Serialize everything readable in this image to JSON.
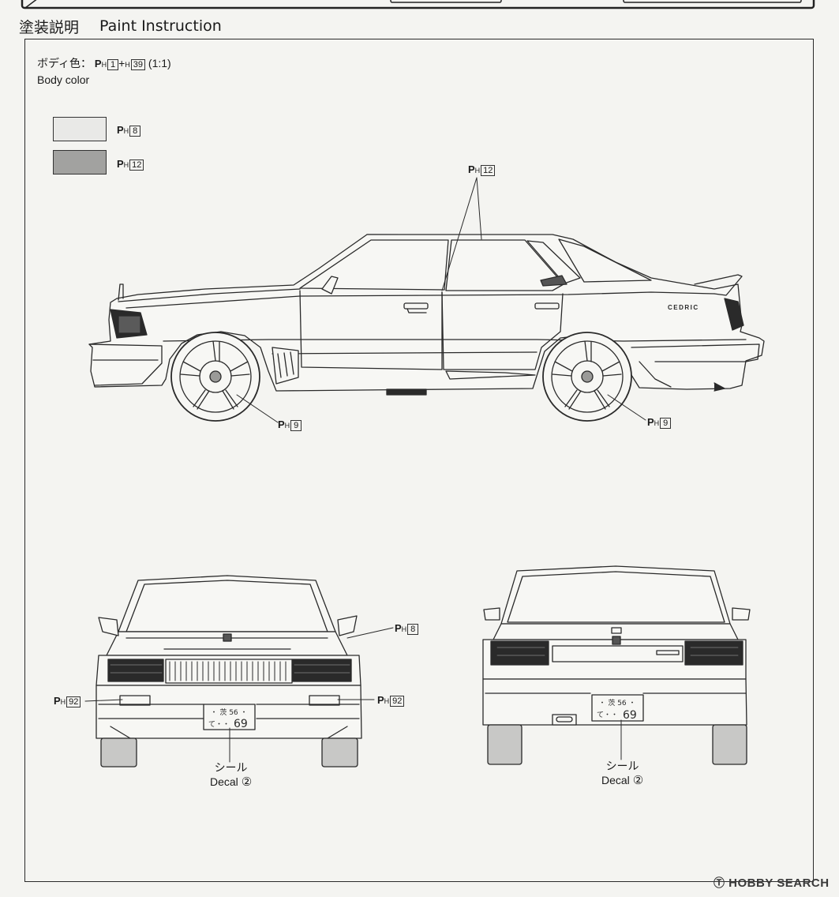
{
  "header": {
    "title_jp": "塗装説明",
    "title_en": "Paint Instruction"
  },
  "body_color": {
    "label_jp": "ボディ色：",
    "code1_num": "1",
    "plus": "+",
    "code2_num": "39",
    "ratio": "(1:1)",
    "label_en": "Body color"
  },
  "legend": [
    {
      "num": "8",
      "color": "#e9e9e7"
    },
    {
      "num": "12",
      "color": "#a2a2a0"
    }
  ],
  "paint_prefix": {
    "p": "P",
    "h": "H"
  },
  "callouts": {
    "side_roof": "12",
    "side_front_wheel": "9",
    "side_rear_wheel": "9",
    "front_mirror": "8",
    "front_left_lamp": "92",
    "front_right_lamp": "92"
  },
  "side_view": {
    "badge": "CEDRIC"
  },
  "plates": {
    "front": {
      "line1": "・ 茨 56 ・",
      "line2a": "て・・",
      "line2b": "69"
    },
    "rear": {
      "line1": "・ 茨 56 ・",
      "line2a": "て・・",
      "line2b": "69"
    }
  },
  "decals": {
    "front": {
      "jp": "シール",
      "en": "Decal",
      "num": "②"
    },
    "rear": {
      "jp": "シール",
      "en": "Decal",
      "num": "②"
    }
  },
  "watermark": {
    "logo": "Ⓣ",
    "text": "HOBBY SEARCH"
  }
}
